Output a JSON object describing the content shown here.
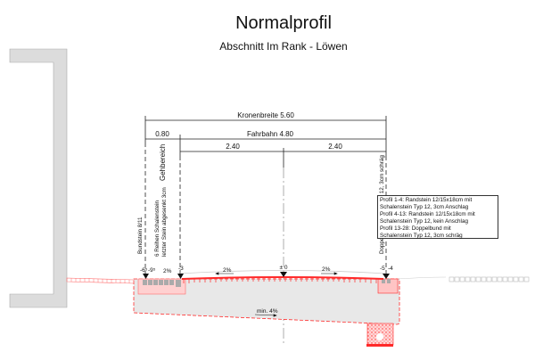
{
  "title": "Normalprofil",
  "subtitle": "Abschnitt Im Rank - Löwen",
  "dimensions": {
    "kronenbreite": "Kronenbreite 5.60",
    "fahrbahn": "Fahrbahn 4.80",
    "gehbereich_width": "0.80",
    "lane_left": "2.40",
    "lane_right": "2.40"
  },
  "labels": {
    "bundstein": "Bundstein 8/11",
    "schalenstein_1": "6 Reihen Schalenstein",
    "schalenstein_2": "letzter Stein abgesenkt 3cm",
    "gehbereich": "Gehbereich",
    "doppelbund": "Doppelbund mit SS Typ 12, 3cm schräg"
  },
  "elevations": {
    "e1": "-6⁵",
    "e2": "-9⁵",
    "e3": "-3",
    "e4": "± 0",
    "e5": "-5",
    "e6": "-4"
  },
  "slopes": {
    "walk": "2%",
    "left": "2%",
    "right": "2%",
    "base": "min. 4%"
  },
  "note_lines": [
    "Profil 1-4: Randstein 12/15x18cm mit",
    "Schalenstein Typ 12, 3cm Anschlag",
    "Profil 4-13: Randstein 12/15x18cm mit",
    "Schalenstein Typ 12, kein Anschlag",
    "Profil 13-28: Doppelbund mit",
    "Schalenstein Typ 12, 3cm schräg"
  ],
  "colors": {
    "red": "#ff2a2a",
    "gray": "#dcdcdc"
  }
}
